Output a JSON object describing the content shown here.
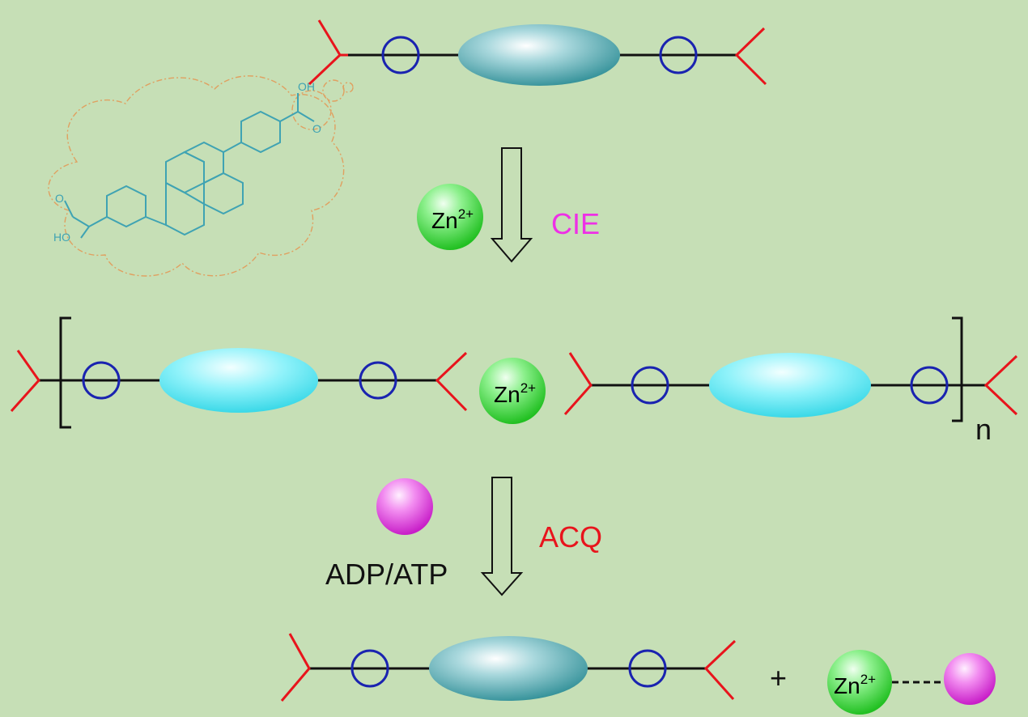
{
  "colors": {
    "background": "#c6dfb6",
    "bond": "#111111",
    "ring": "#1a23b0",
    "terminal": "#e8141c",
    "core_dark": "#2d8d95",
    "core_light": "#3fe0ee",
    "zinc": "#32d232",
    "nucleotide": "#e23fe0",
    "cloud": "#e0a060",
    "molecule": "#3fa3b3",
    "cie_label": "#ee2fe6",
    "acq_label": "#e8141c"
  },
  "labels": {
    "cie": "CIE",
    "acq": "ACQ",
    "adp_atp": "ADP/ATP",
    "polymer_index": "n",
    "plus": "+",
    "zinc_symbol": "Zn",
    "zinc_charge": "2+",
    "molecule_oh_top": "OH",
    "molecule_oh_left": "HO",
    "molecule_o_top": "O",
    "molecule_o_left": "O"
  }
}
